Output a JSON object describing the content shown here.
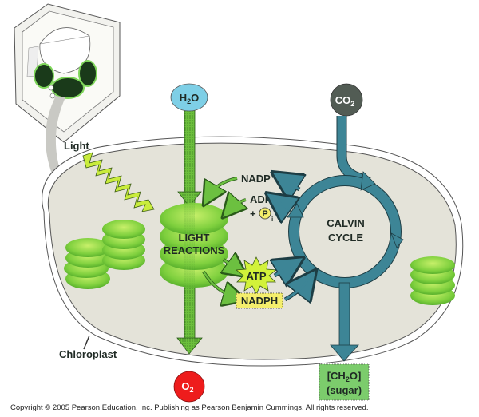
{
  "diagram": {
    "title": "Photosynthesis overview: light reactions and Calvin cycle",
    "labels": {
      "light": "Light",
      "chloroplast": "Chloroplast",
      "light_reactions_line1": "LIGHT",
      "light_reactions_line2": "REACTIONS",
      "calvin_line1": "CALVIN",
      "calvin_line2": "CYCLE",
      "nadp_plus": "NADP",
      "nadp_plus_sup": "+",
      "adp": "ADP",
      "plus": "+",
      "pi": "P",
      "pi_sub": "i",
      "atp": "ATP",
      "nadph": "NADPH"
    },
    "molecules": {
      "h2o": {
        "main": "H",
        "sub": "2",
        "tail": "O"
      },
      "co2": {
        "main": "CO",
        "sub": "2"
      },
      "o2": {
        "main": "O",
        "sub": "2"
      },
      "sugar_line1_a": "[CH",
      "sugar_line1_sub": "2",
      "sugar_line1_b": "O]",
      "sugar_line2": "(sugar)"
    },
    "colors": {
      "stroma": "#e4e3d9",
      "thylakoid": "#7ccc3c",
      "thylakoid_light": "#b5e85a",
      "calvin": "#3d8596",
      "h2o": "#7ecfe6",
      "co2": "#525c54",
      "o2": "#ee1c1c",
      "atp": "#d2f23a",
      "nadph": "#f4ee6c",
      "sugar": "#7ccc6c",
      "green_arrow": "#5cb544"
    }
  },
  "footer": {
    "copyright": "Copyright ©  2005 Pearson Education, Inc. Publishing as Pearson Benjamin Cummings. All rights reserved."
  }
}
